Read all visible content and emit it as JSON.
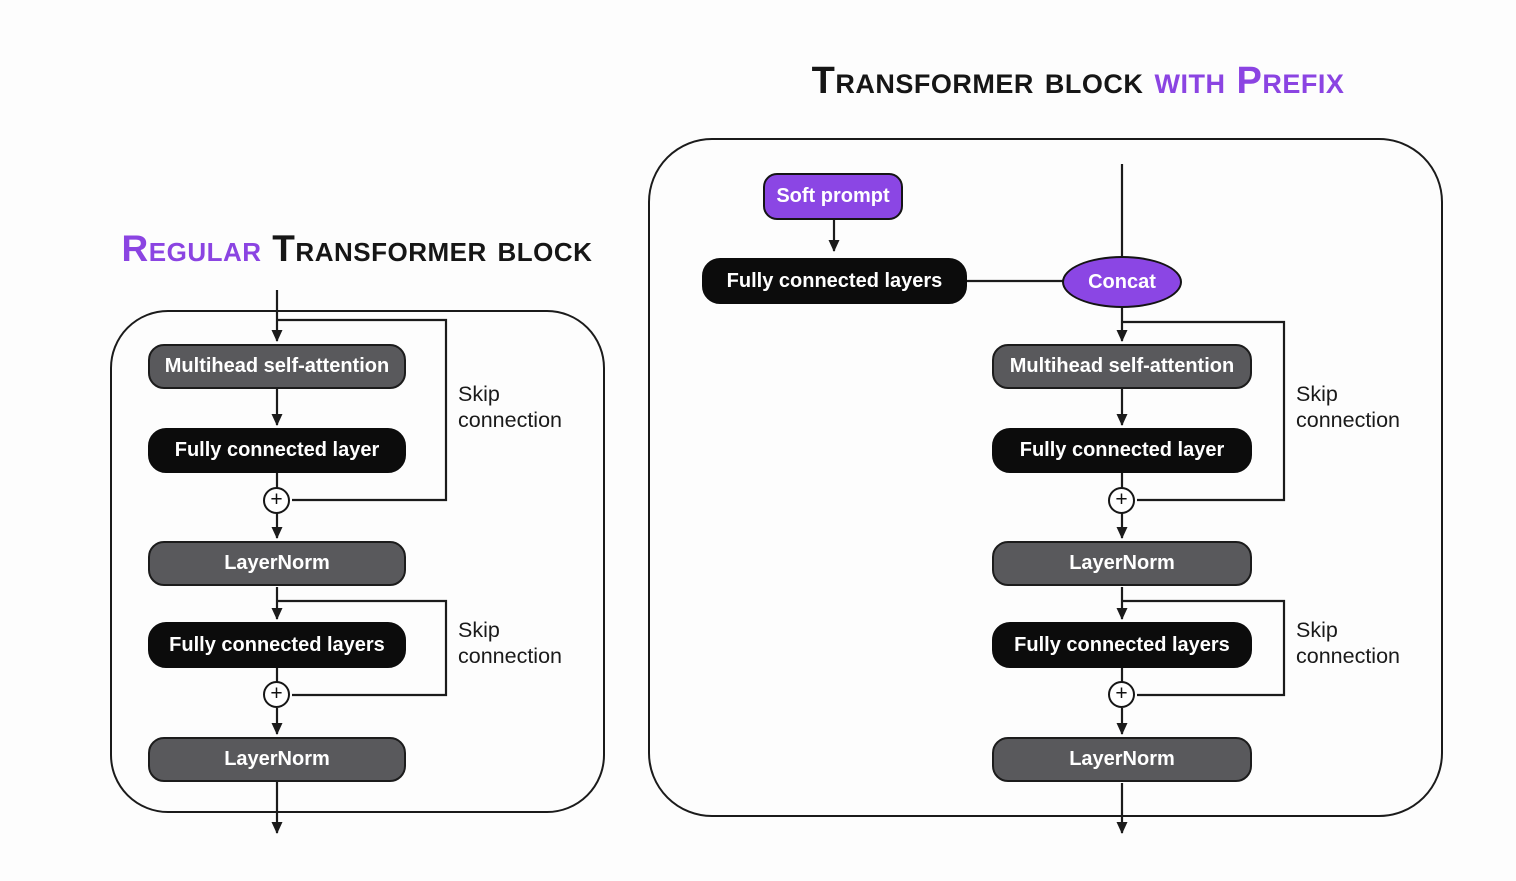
{
  "symbols": {
    "plus": "+"
  },
  "colors": {
    "accent_purple": "#8b44e2",
    "box_gray": "#59595c",
    "box_black": "#0c0c0c",
    "outline": "#1b1b1b",
    "box_text": "#ffffff",
    "background": "#fdfdfd"
  },
  "left_panel": {
    "title": {
      "accent": "Regular",
      "rest": " Transformer block"
    },
    "nodes": {
      "multihead": "Multihead self-attention",
      "fully_connected_1": "Fully connected layer",
      "layernorm_1": "LayerNorm",
      "fully_connected_2": "Fully connected layers",
      "layernorm_2": "LayerNorm"
    },
    "skip_label_1": {
      "line1": "Skip",
      "line2": "connection"
    },
    "skip_label_2": {
      "line1": "Skip",
      "line2": "connection"
    }
  },
  "right_panel": {
    "title": {
      "rest": "Transformer block",
      "accent": " with Prefix"
    },
    "nodes": {
      "soft_prompt": "Soft prompt",
      "prefix_fully_connected": "Fully connected layers",
      "concat": "Concat",
      "multihead": "Multihead self-attention",
      "fully_connected_1": "Fully connected layer",
      "layernorm_1": "LayerNorm",
      "fully_connected_2": "Fully connected layers",
      "layernorm_2": "LayerNorm"
    },
    "skip_label_1": {
      "line1": "Skip",
      "line2": "connection"
    },
    "skip_label_2": {
      "line1": "Skip",
      "line2": "connection"
    }
  }
}
